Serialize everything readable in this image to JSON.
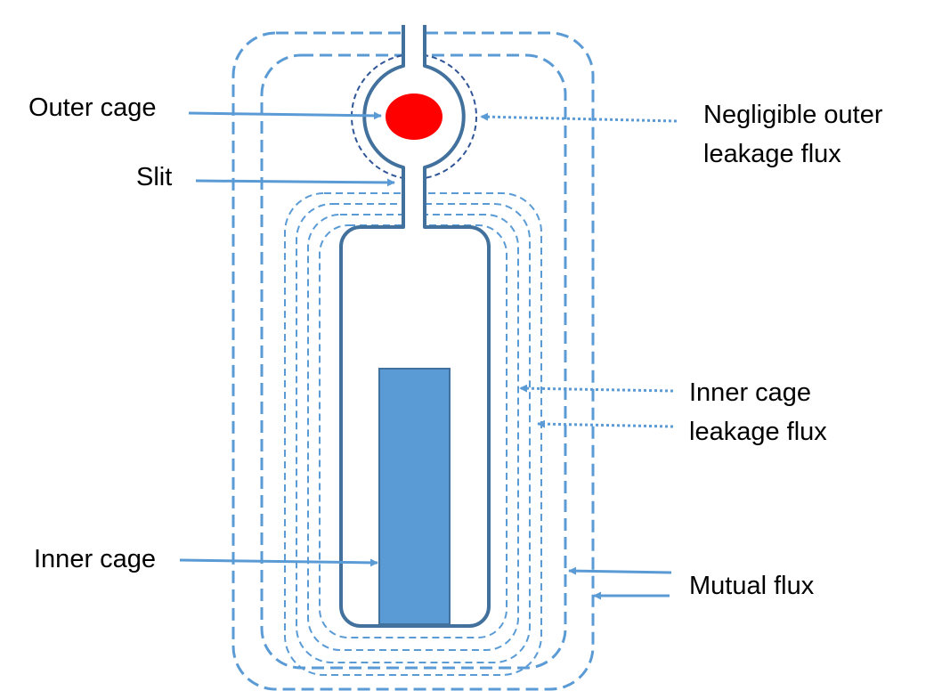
{
  "labels": {
    "outer_cage": "Outer cage",
    "slit": "Slit",
    "inner_cage": "Inner cage",
    "negligible_line1": "Negligible outer",
    "negligible_line2": "leakage flux",
    "inner_leak_line1": "Inner cage",
    "inner_leak_line2": "leakage flux",
    "mutual_flux": "Mutual flux"
  },
  "colors": {
    "slot_outline": "#41719c",
    "flux_line": "#5b9bd5",
    "arrow": "#5b9bd5",
    "outer_cage_bar": "#ff0000",
    "inner_cage_bar": "#5b9bd5",
    "outer_flux_circle": "#2f5597"
  }
}
